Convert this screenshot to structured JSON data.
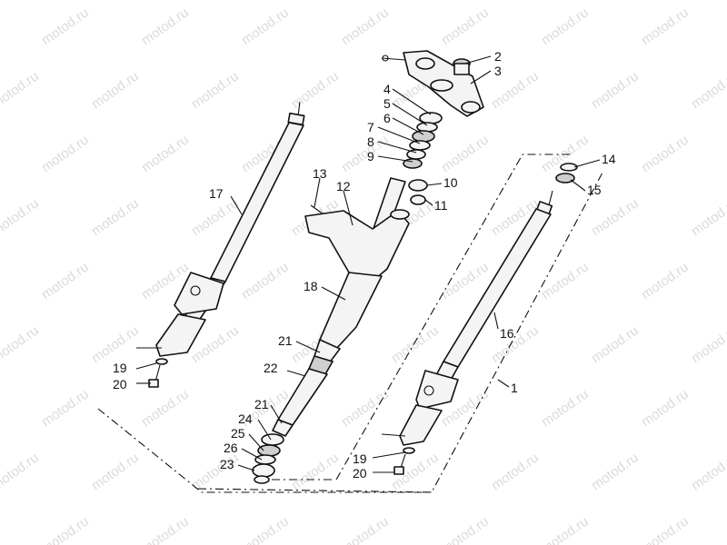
{
  "watermark": "motod.ru",
  "callouts": [
    "1",
    "2",
    "3",
    "4",
    "5",
    "6",
    "7",
    "8",
    "9",
    "10",
    "11",
    "12",
    "13",
    "14",
    "15",
    "16",
    "17",
    "18",
    "19",
    "20",
    "21",
    "22",
    "23",
    "24",
    "25",
    "26"
  ],
  "colors": {
    "line": "#111111",
    "fill": "#f4f4f4",
    "watermark": "#bdbdbd"
  }
}
